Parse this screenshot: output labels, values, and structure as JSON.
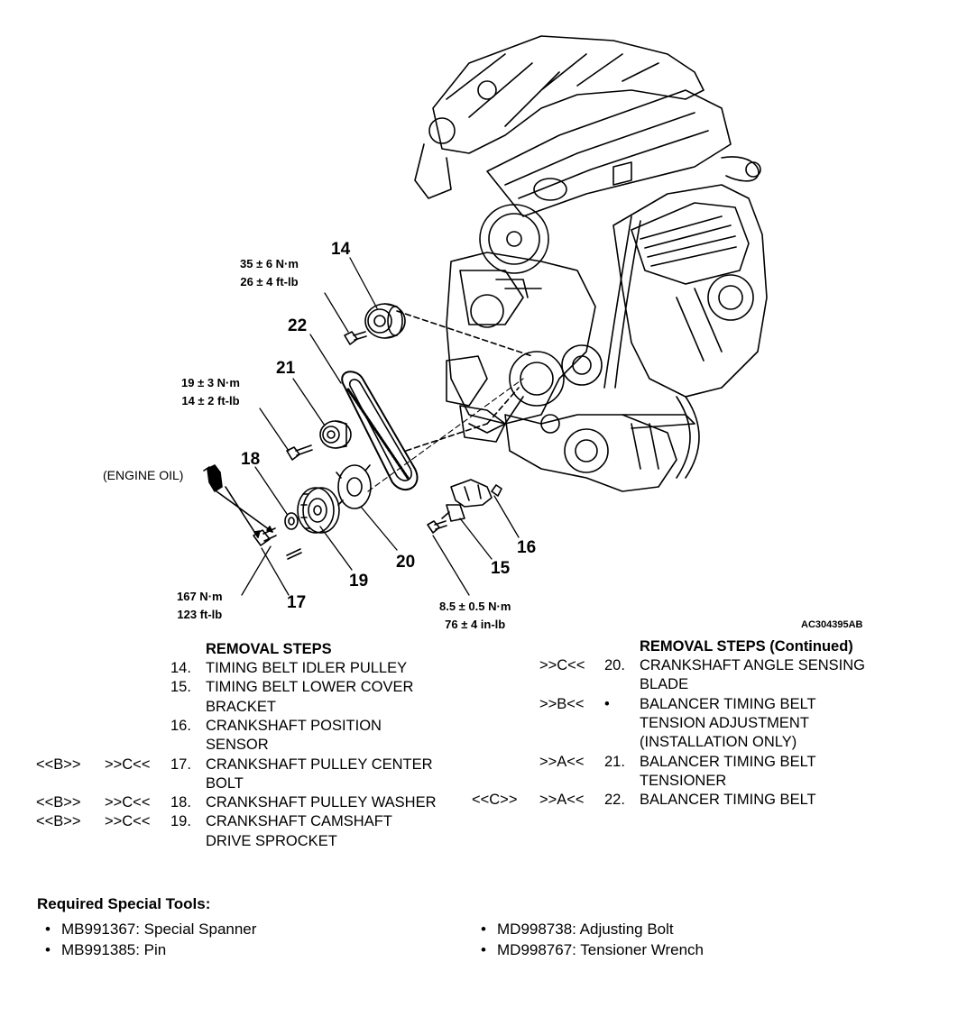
{
  "diagram": {
    "code": "AC304395AB",
    "engine_oil": "(ENGINE OIL)",
    "callouts": [
      "14",
      "15",
      "16",
      "17",
      "18",
      "19",
      "20",
      "21",
      "22"
    ],
    "torques": {
      "t14": [
        "35 ± 6 N·m",
        "26 ± 4 ft-lb"
      ],
      "t21": [
        "19 ± 3 N·m",
        "14 ± 2 ft-lb"
      ],
      "t17": [
        "167 N·m",
        "123 ft-lb"
      ],
      "t15": [
        "8.5 ± 0.5 N·m",
        "76 ± 4 in-lb"
      ]
    }
  },
  "removal_left": {
    "heading": "REMOVAL STEPS",
    "rows": [
      {
        "remove": "",
        "install": "",
        "num": "14.",
        "text": "TIMING BELT IDLER PULLEY"
      },
      {
        "remove": "",
        "install": "",
        "num": "15.",
        "text": "TIMING BELT LOWER COVER"
      },
      {
        "remove": "",
        "install": "",
        "num": "",
        "text": "BRACKET"
      },
      {
        "remove": "",
        "install": "",
        "num": "16.",
        "text": "CRANKSHAFT POSITION"
      },
      {
        "remove": "",
        "install": "",
        "num": "",
        "text": "SENSOR"
      },
      {
        "remove": "<<B>>",
        "install": ">>C<<",
        "num": "17.",
        "text": "CRANKSHAFT PULLEY CENTER"
      },
      {
        "remove": "",
        "install": "",
        "num": "",
        "text": "BOLT"
      },
      {
        "remove": "<<B>>",
        "install": ">>C<<",
        "num": "18.",
        "text": "CRANKSHAFT PULLEY WASHER"
      },
      {
        "remove": "<<B>>",
        "install": ">>C<<",
        "num": "19.",
        "text": "CRANKSHAFT CAMSHAFT"
      },
      {
        "remove": "",
        "install": "",
        "num": "",
        "text": "DRIVE SPROCKET"
      }
    ]
  },
  "removal_right": {
    "heading": "REMOVAL STEPS (Continued)",
    "rows": [
      {
        "remove": "",
        "install": ">>C<<",
        "num": "20.",
        "text": "CRANKSHAFT ANGLE SENSING"
      },
      {
        "remove": "",
        "install": "",
        "num": "",
        "text": "BLADE"
      },
      {
        "remove": "",
        "install": ">>B<<",
        "num": "•",
        "text": "BALANCER TIMING BELT"
      },
      {
        "remove": "",
        "install": "",
        "num": "",
        "text": "TENSION ADJUSTMENT"
      },
      {
        "remove": "",
        "install": "",
        "num": "",
        "text": "(INSTALLATION ONLY)"
      },
      {
        "remove": "",
        "install": ">>A<<",
        "num": "21.",
        "text": "BALANCER TIMING BELT"
      },
      {
        "remove": "",
        "install": "",
        "num": "",
        "text": "TENSIONER"
      },
      {
        "remove": "<<C>>",
        "install": ">>A<<",
        "num": "22.",
        "text": "BALANCER TIMING BELT"
      }
    ]
  },
  "tools": {
    "title": "Required Special Tools:",
    "left": [
      "MB991367: Special Spanner",
      "MB991385: Pin"
    ],
    "right": [
      "MD998738: Adjusting Bolt",
      "MD998767: Tensioner Wrench"
    ]
  }
}
